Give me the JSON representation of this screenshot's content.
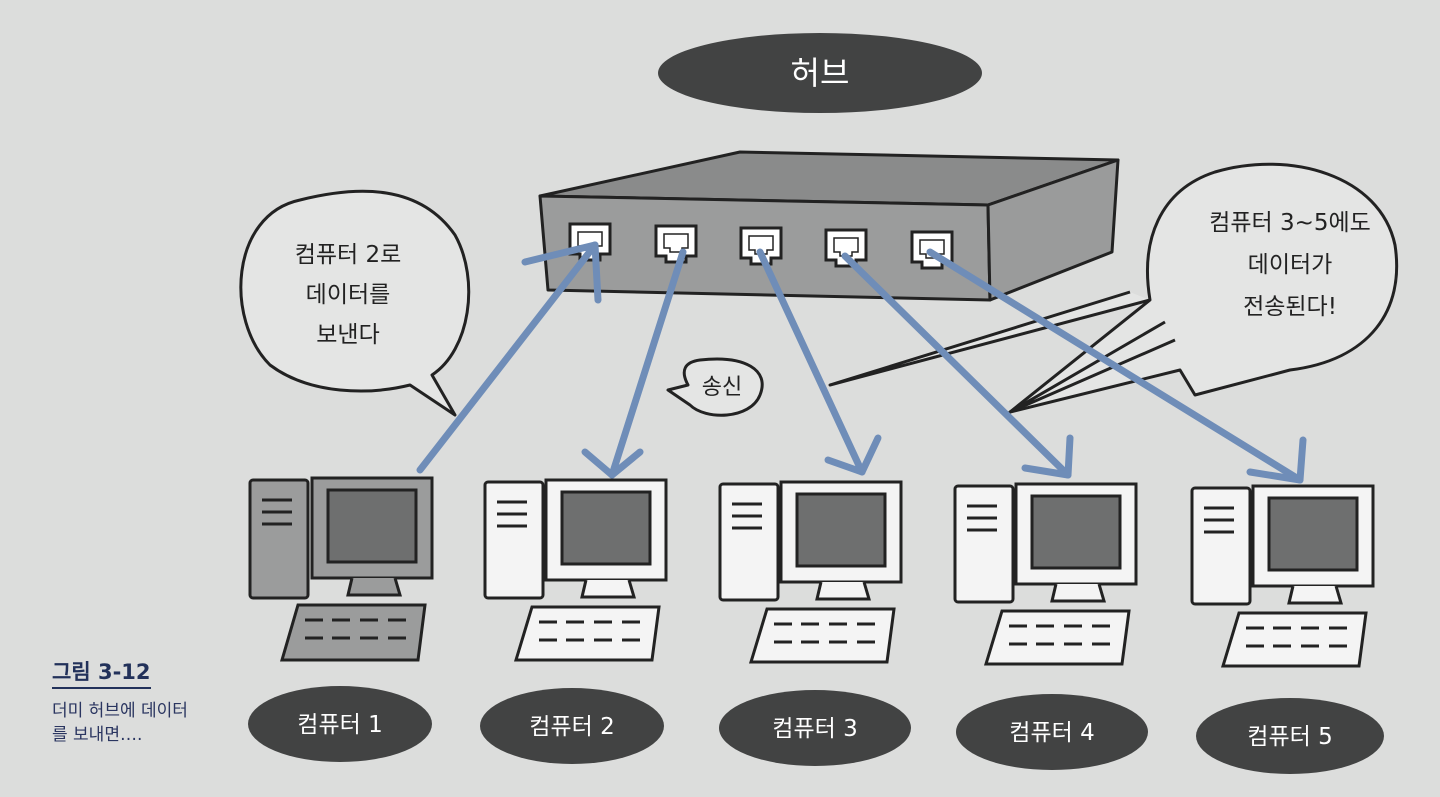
{
  "hub_label": "허브",
  "bubbles": {
    "left": [
      "컴퓨터 2로",
      "데이터를",
      "보낸다"
    ],
    "send": "송신",
    "right": [
      "컴퓨터 3~5에도",
      "데이터가",
      "전송된다!"
    ]
  },
  "computers": [
    "컴퓨터 1",
    "컴퓨터 2",
    "컴퓨터 3",
    "컴퓨터 4",
    "컴퓨터 5"
  ],
  "caption": {
    "title": "그림 3-12",
    "lines": [
      "더미 허브에 데이터",
      "를 보내면…."
    ]
  },
  "colors": {
    "background": "#dcdddc",
    "hub_front": "#9b9c9c",
    "hub_top": "#8a8b8b",
    "label_pill": "#424343",
    "arrow": "#6f8db8",
    "caption": "#22315a"
  }
}
